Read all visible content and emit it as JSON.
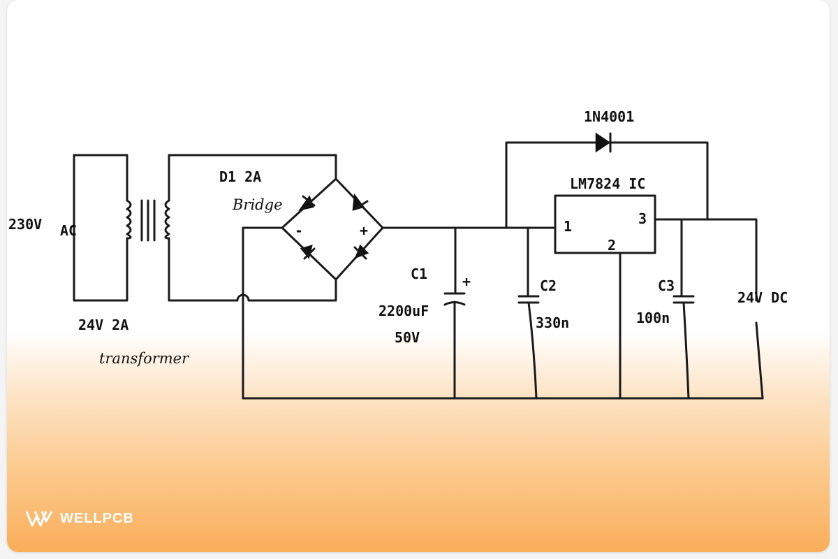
{
  "labels": {
    "ac_in": "230V",
    "ac_suffix": "AC",
    "transformer_rating": "24V  2A",
    "transformer_name": "transformer",
    "bridge_rating": "D1  2A",
    "bridge_name": "Bridge",
    "bridge_minus": "-",
    "bridge_plus": "+",
    "c1_name": "C1",
    "c1_value": "2200uF",
    "c1_voltage": "50V",
    "c1_polarity": "+",
    "c2_name": "C2",
    "c2_value": "330n",
    "c3_name": "C3",
    "c3_value": "100n",
    "diode_name": "1N4001",
    "ic_name": "LM7824 IC",
    "pin1": "1",
    "pin2": "2",
    "pin3": "3",
    "output": "24V DC"
  },
  "brand": {
    "name": "WELLPCB",
    "logo_icon": "wellpcb-logo-icon"
  },
  "colors": {
    "ink": "#1a1a1a",
    "gradient_orange": "#f9ae5a",
    "background": "#ffffff"
  }
}
